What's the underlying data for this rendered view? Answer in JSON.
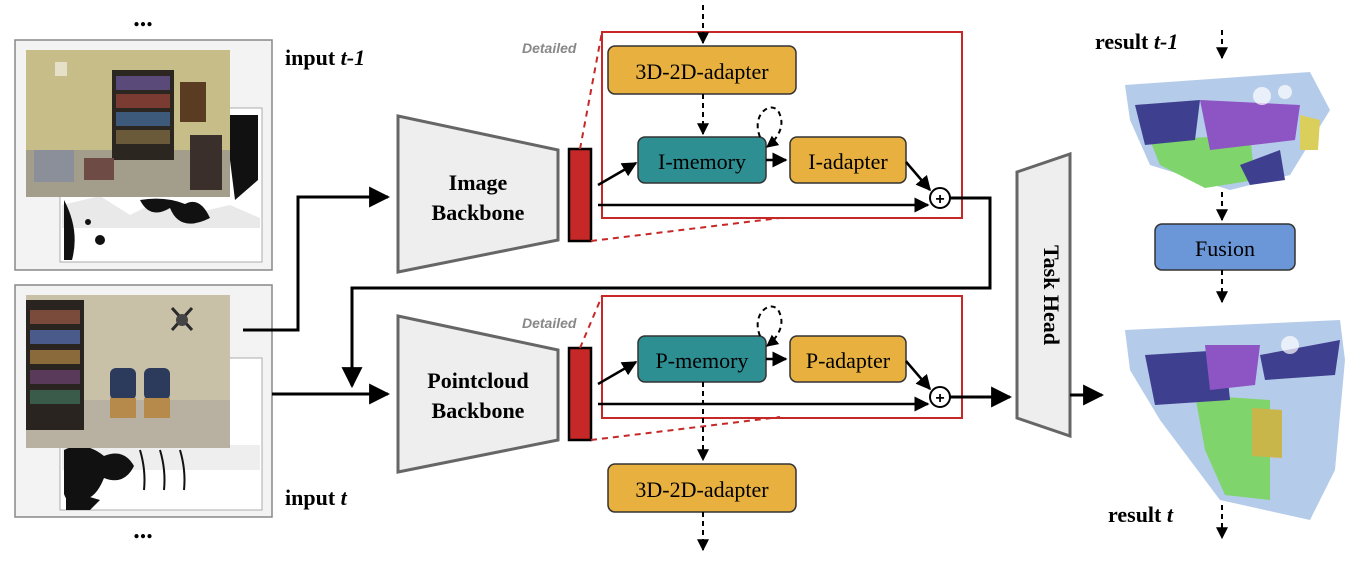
{
  "ellipsis": "...",
  "inputs": {
    "prev_label_prefix": "input ",
    "prev_label_var": "t-1",
    "curr_label_prefix": "input ",
    "curr_label_var": "t"
  },
  "backbones": {
    "image_line1": "Image",
    "image_line2": "Backbone",
    "point_line1": "Pointcloud",
    "point_line2": "Backbone"
  },
  "detailed_label": "Detailed",
  "modules": {
    "adapter_3d2d_top": "3D-2D-adapter",
    "i_memory": "I-memory",
    "i_adapter": "I-adapter",
    "p_memory": "P-memory",
    "p_adapter": "P-adapter",
    "adapter_3d2d_bottom": "3D-2D-adapter",
    "sum_symbol": "+"
  },
  "task_head": "Task Head",
  "results": {
    "prev_label_prefix": "result ",
    "prev_label_var": "t-1",
    "fusion": "Fusion",
    "curr_label_prefix": "result ",
    "curr_label_var": "t"
  },
  "colors": {
    "adapter_fill": "#e8b13f",
    "memory_fill": "#2e8f93",
    "fusion_fill": "#6b97d8",
    "feature_red": "#c62828",
    "detail_border": "#c62828",
    "backbone_fill": "#eeeeee"
  }
}
